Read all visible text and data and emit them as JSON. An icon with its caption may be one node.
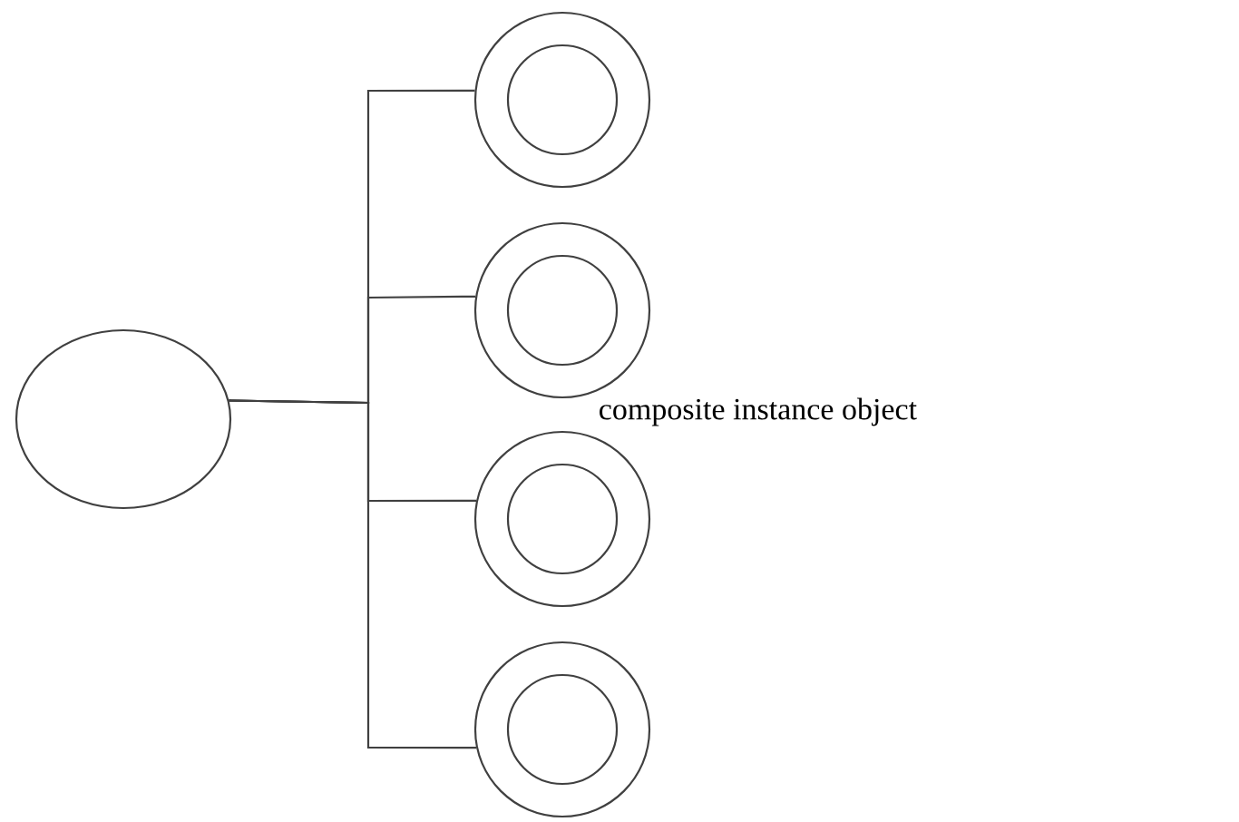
{
  "diagram": {
    "nodes": [
      {
        "text": [],
        "shape": "ellipse"
      },
      {
        "text": [],
        "shape": "circle"
      },
      {
        "text": [],
        "shape": "circle"
      },
      {
        "text": [],
        "shape": "circle"
      },
      {
        "text": [],
        "shape": "circle"
      }
    ],
    "edges": [
      {
        "from": 0,
        "to": 1,
        "arrow": "none"
      },
      {
        "from": 0,
        "to": 2,
        "arrow": "none"
      },
      {
        "from": 0,
        "to": 3,
        "arrow": "none"
      },
      {
        "from": 0,
        "to": 4,
        "arrow": "none"
      }
    ],
    "labels": [
      "composite instance object"
    ]
  }
}
